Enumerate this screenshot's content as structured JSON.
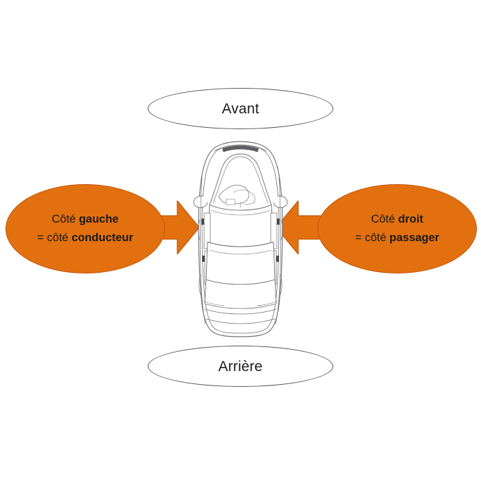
{
  "diagram": {
    "title_alt": "Reperage des cotes d'un vehicule vu de dessus",
    "background_color": "#ffffff",
    "accent_color": "#E2700F",
    "accent_border_color": "#C2560A",
    "outline_color": "#555555",
    "text_color": "#1a1a1a"
  },
  "nodes": {
    "front": {
      "label": "Avant",
      "shape": "ellipse",
      "fill": "#ffffff",
      "stroke": "#555555"
    },
    "rear": {
      "label": "Arrière",
      "shape": "ellipse",
      "fill": "#ffffff",
      "stroke": "#555555"
    },
    "left_side": {
      "line1_prefix": "Côté ",
      "line1_bold": "gauche",
      "line2_prefix": "= côté ",
      "line2_bold": "conducteur",
      "shape": "ellipse",
      "fill": "#E2700F"
    },
    "right_side": {
      "line1_prefix": "Côté ",
      "line1_bold": "droit",
      "line2_prefix": "= côté ",
      "line2_bold": "passager",
      "shape": "ellipse",
      "fill": "#E2700F"
    }
  },
  "arrows": {
    "left": {
      "direction": "right",
      "fill": "#E2700F"
    },
    "right": {
      "direction": "left",
      "fill": "#E2700F"
    }
  },
  "car": {
    "view": "top-down",
    "stroke": "#6e6e72"
  }
}
